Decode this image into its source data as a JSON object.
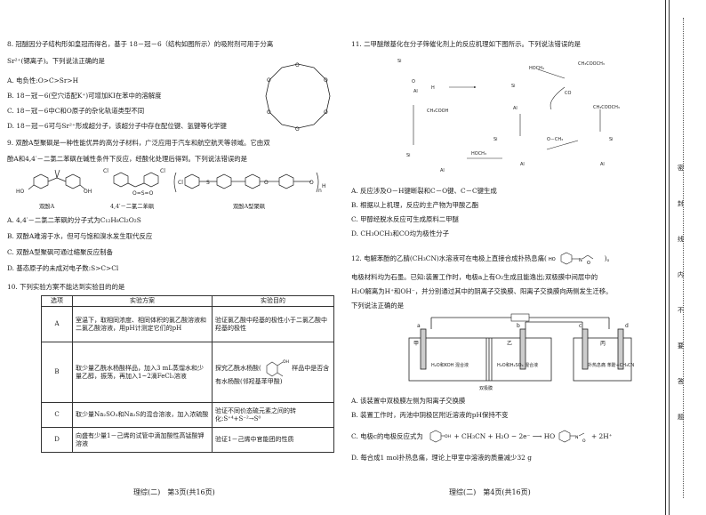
{
  "left": {
    "q8": {
      "stem1": "8. 冠醚因分子结构形如皇冠而得名，基于 18－冠－6（结构如图所示）的吸附剂可用于分离",
      "stem2": "Sr²⁺(锶离子)。下列说法正确的是",
      "a": "A. 电负性:O>C>Sr>H",
      "b": "B. 18－冠－6(空穴适配K⁺)可增加KI在苯中的溶解度",
      "c": "C. 18－冠－6中C和O原子的杂化轨道类型不同",
      "d": "D. 18－冠－6可与Sr²⁺形成超分子，该超分子中存在配位键、氢键等化学键"
    },
    "q9": {
      "stem1": "9. 双酚A型聚砜是一种性能优异的高分子材料，广泛应用于汽车和航空航天等领域。它由双",
      "stem2": "酚A和4,4′－二氯二苯砜在碱性条件下反应，经酸化处理后得到。下列说法错误的是",
      "label_bpa": "双酚A",
      "label_dcds": "4,4′－二氯二苯砜",
      "label_polymer": "双酚A型聚砜",
      "a": "A. 4,4′－二氯二苯砜的分子式为C₁₂H₈Cl₂O₂S",
      "b": "B. 双酚A难溶于水，但可与饱和溴水发生取代反应",
      "c": "C. 双酚A型聚砜可通过缩聚反应制备",
      "d": "D. 基态原子的未成对电子数:S>C>Cl"
    },
    "q10": {
      "stem": "10. 下列实验方案不能达到实验目的的是",
      "headers": [
        "选项",
        "实验方案",
        "实验目的"
      ],
      "rows": [
        {
          "opt": "A",
          "plan": "室温下，取相同浓度、相同体积的氯乙酸溶液和二氯乙酸溶液，用pH计测定它们的pH",
          "goal": "验证氯乙酸中羟基的极性小于二氯乙酸中羟基的极性"
        },
        {
          "opt": "B",
          "plan": "取少量乙酰水杨酸样品，加入3 mL蒸馏水和少量乙醇，振荡，再加入1~2滴FeCl₃溶液",
          "goal1": "探究乙酰水杨酸(",
          "goal2": "样品中是否含有水杨酸(邻羟基苯甲酸)"
        },
        {
          "opt": "C",
          "plan": "取少量Na₂SO₃和Na₂S的混合溶液，加入浓硫酸",
          "goal": "验证不同价态硫元素之间的转化:S⁺⁴+S⁻²→S⁰"
        },
        {
          "opt": "D",
          "plan": "向盛有少量1－己烯的试管中滴加酸性高锰酸钾溶液",
          "goal": "验证1－己烯中官能团的性质"
        }
      ]
    },
    "footer": "理综(二)　第3页(共16页)"
  },
  "right": {
    "q11": {
      "stem": "11. 二甲醚羰基化在分子筛催化剂上的反应机理如下图所示。下列说法错误的是",
      "labels": [
        "Si",
        "O",
        "H",
        "Al",
        "HOCH₃",
        "CH₃COOCH₃",
        "CH₃COOH",
        "CO",
        "HOCH₃",
        "CH₃COOCH₃",
        "O－CH₃"
      ],
      "a": "A. 反应涉及O－H键断裂和C－O键、C－C键生成",
      "b": "B. 根据以上机理，反应的主产物为甲酸乙酯",
      "c": "C. 甲醇经脱水反应可生成原料二甲醚",
      "d": "D. CH₃OCH₃和CO均为极性分子"
    },
    "q12": {
      "stem1": "12. 电解苯酚的乙腈(CH₃CN)水溶液可在电极上直接合成扑热息痛(",
      "stem2": ")。",
      "stem3": "电极材料均为石墨。已知:装置工作时，电极a上有O₂生成且能逸出;双极膜中间层中的",
      "stem4": "H₂O解离为H⁺和OH⁻，并分别通过其中的阴离子交换膜、阳离子交换膜向两侧发生迁移。",
      "stem5": "下列说法正确的是",
      "cell_jia": "甲",
      "cell_yi": "乙",
      "cell_bing": "丙",
      "sol_jia": "H₂O和KOH\n混合液",
      "sol_yi": "H₂O和H₂SO₄\n混合液",
      "sol_bing": "扑热息痛\n苯酚+CH₃CN",
      "membrane": "双极膜",
      "electrodes": [
        "a",
        "b",
        "c",
        "d"
      ],
      "a": "A. 该装置中双极膜左侧为阳离子交换膜",
      "b": "B. 装置工作时，丙池中阴极区附近溶液的pH保持不变",
      "c1": "C. 电极c的电极反应式为",
      "c2": "+ CH₃CN + H₂O − 2e⁻ ⟶ HO",
      "c3": "+ 2H⁺",
      "d": "D. 每合成1 mol扑热息痛，理论上甲室中溶液的质量减少32 g"
    },
    "footer": "理综(二)　第4页(共16页)"
  },
  "binding": {
    "chars": [
      "密",
      "封",
      "线",
      "内",
      "不",
      "要",
      "答",
      "题"
    ]
  }
}
